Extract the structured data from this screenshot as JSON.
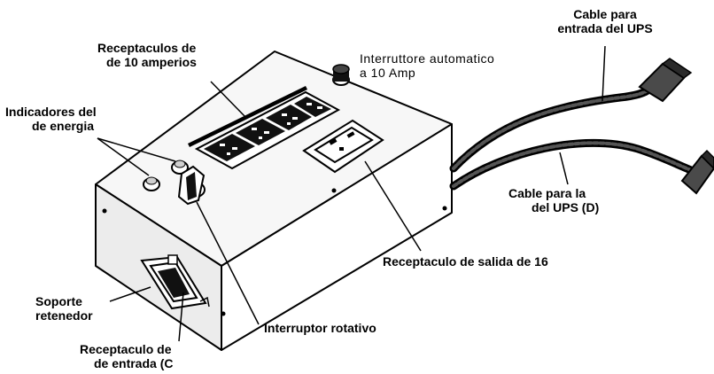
{
  "colors": {
    "ink": "#000000",
    "paper": "#ffffff",
    "box_top": "#f7f7f7",
    "box_front": "#ececec",
    "box_side": "#ffffff",
    "cable": "#1e1e1e",
    "connector": "#4a4a4a"
  },
  "labels": {
    "cable_input": {
      "line1": "Cable para",
      "line2": "entrada del UPS"
    },
    "receptacles_10a": {
      "line1": "Receptaculos de",
      "line2": "de 10 amperios"
    },
    "breaker": {
      "line1": "Interruttore automatico",
      "line2": "a 10 Amp"
    },
    "power_indicators": {
      "line1": "Indicadores del",
      "line2": "de energia"
    },
    "cable_output": {
      "line1": "Cable para la",
      "line2": "del UPS (D)"
    },
    "output_receptacle": {
      "text": "Receptaculo de salida de 16"
    },
    "retainer": {
      "line1": "Soporte",
      "line2": "retenedor"
    },
    "rotary_switch": {
      "text": "Interruptor rotativo"
    },
    "input_receptacle": {
      "line1": "Receptaculo de",
      "line2": "de entrada (C"
    }
  }
}
